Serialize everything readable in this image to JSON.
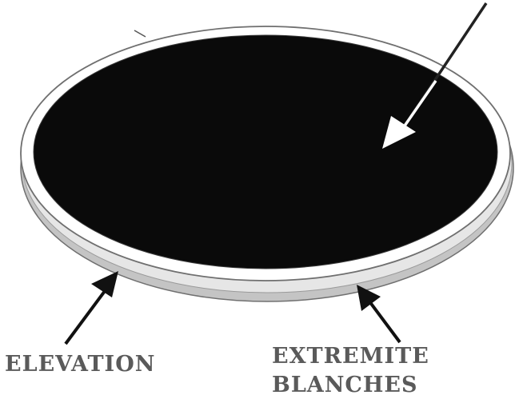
{
  "labels": {
    "elevation": "ELEVATION",
    "extremite_line1": "EXTREMITE",
    "extremite_line2": "BLANCHES"
  },
  "colors": {
    "disk_fill": "#0a0a0a",
    "rim_fill": "#ffffff",
    "rim_edge": "#8a8a8a",
    "rim_side": "#c8c8c8",
    "arrow": "#111111",
    "label_text": "#5a5a5a"
  }
}
